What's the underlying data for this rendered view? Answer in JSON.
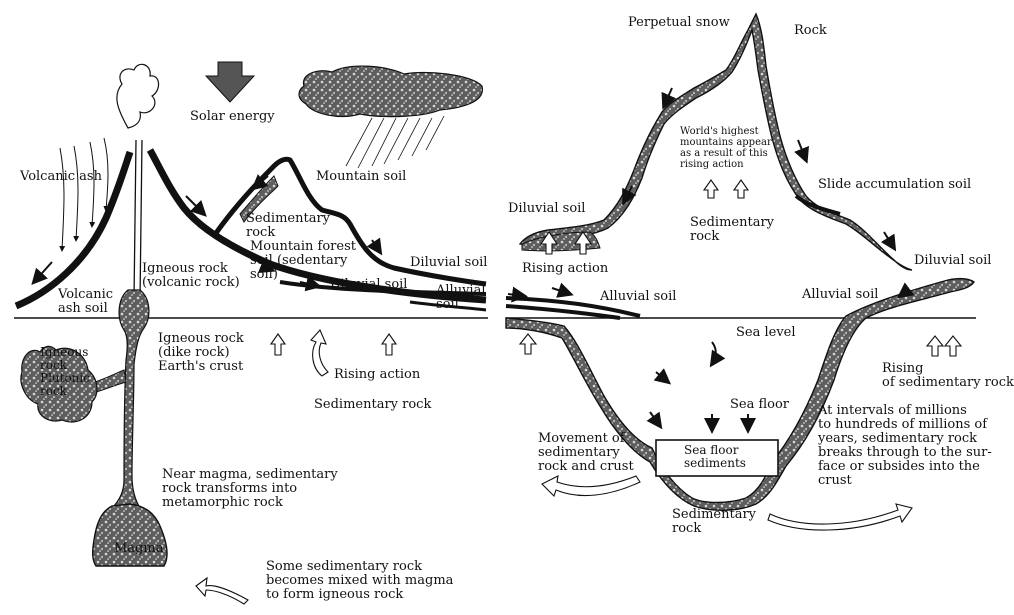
{
  "colors": {
    "ink": "#111111",
    "rock_fill": "#6f6f6f",
    "paper": "#ffffff"
  },
  "left_panel": {
    "solar_energy": "Solar energy",
    "volcanic_ash": "Volcanic ash",
    "mountain_soil": "Mountain soil",
    "sedimentary_rock_top": "Sedimentary\nrock",
    "mountain_forest_soil": "Mountain forest\nsoil (sedentary\nsoil)",
    "igneous_volcanic": "Igneous rock\n(volcanic rock)",
    "volcanic_ash_soil": "Volcanic\nash soil",
    "diluvial_soil_upper": "Diluvial soil",
    "diluvial_soil_lower": "Diluvial soil",
    "alluvial_soil": "Alluvial\nsoil",
    "igneous_dike": "Igneous rock\n(dike rock)\nEarth's crust",
    "igneous_plutonic": "Igneous\nrock\nPlutonic\nrock",
    "rising_action": "Rising action",
    "sedimentary_rock": "Sedimentary rock",
    "near_magma": "Near magma, sedimentary\nrock transforms into\nmetamorphic rock",
    "magma": "Magma",
    "some_sedimentary": "Some sedimentary rock\nbecomes mixed with magma\nto form igneous rock"
  },
  "right_panel": {
    "perpetual_snow": "Perpetual snow",
    "rock": "Rock",
    "highest_mountains": "World's highest\nmountains appear\nas a result of this\nrising action",
    "sedimentary_rock_mid": "Sedimentary\nrock",
    "diluvial_soil_left": "Diluvial soil",
    "rising_action": "Rising action",
    "slide_accumulation": "Slide accumulation soil",
    "diluvial_soil_right": "Diluvial soil",
    "alluvial_soil_left": "Alluvial soil",
    "alluvial_soil_right": "Alluvial soil",
    "sea_level": "Sea level",
    "rising_of_sedimentary": "Rising\nof sedimentary rock",
    "sea_floor": "Sea floor",
    "movement": "Movement of\nsedimentary\nrock and crust",
    "sea_floor_sediments": "Sea floor\nsediments",
    "intervals": "At intervals of millions\nto hundreds of millions of\nyears, sedimentary rock\nbreaks through to the sur-\nface or subsides into the\ncrust",
    "sedimentary_rock_bottom": "Sedimentary\nrock"
  }
}
